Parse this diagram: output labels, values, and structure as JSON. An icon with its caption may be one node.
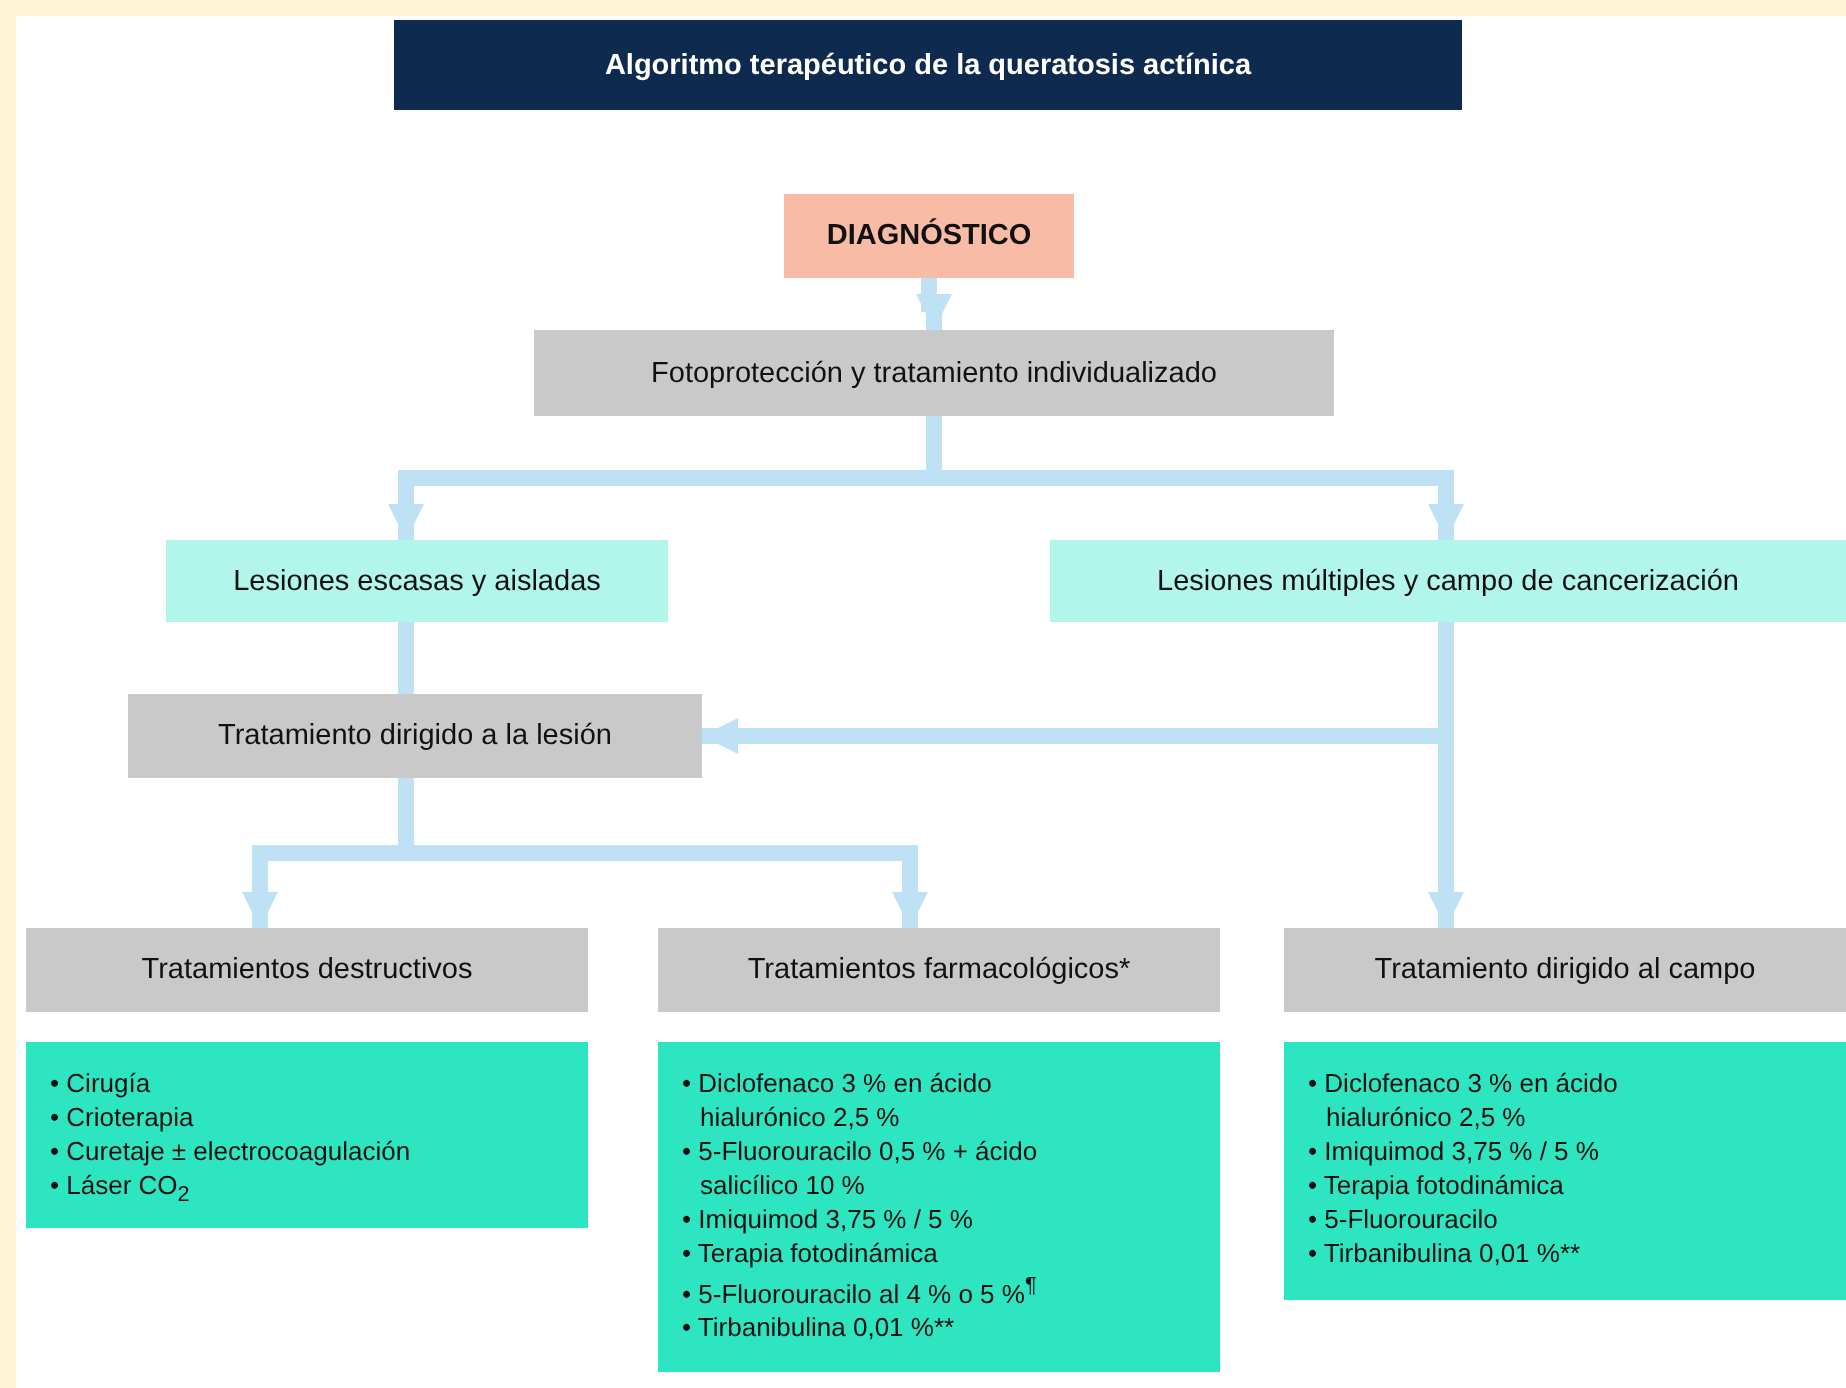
{
  "diagram": {
    "title": "Algoritmo terapéutico de la queratosis actínica",
    "nodes": [
      {
        "text": [
          "DIAGNÓSTICO"
        ]
      },
      {
        "text": [
          "Fotoprotección y tratamiento individualizado"
        ]
      },
      {
        "text": [
          "Lesiones escasas y aisladas"
        ]
      },
      {
        "text": [
          "Lesiones múltiples y campo de cancerización"
        ]
      },
      {
        "text": [
          "Tratamiento dirigido a la lesión"
        ]
      },
      {
        "text": [
          "Tratamientos destructivos"
        ]
      },
      {
        "text": [
          "Tratamientos farmacológicos*"
        ]
      },
      {
        "text": [
          "Tratamiento dirigido al campo"
        ]
      },
      {
        "text": [
          "• Cirugía",
          "• Crioterapia",
          "• Curetaje ± electrocoagulación",
          "• Láser CO$_{2}$"
        ]
      },
      {
        "text": [
          "• Diclofenaco 3 % en ácido hialurónico 2,5 %",
          "• 5-Fluorouracilo 0,5 % + ácido salicílico 10 %",
          "• Imiquimod 3,75 % / 5 %",
          "• Terapia fotodinámica",
          "• 5-Fluorouracilo al 4 % o 5 %$^{¶}$",
          "• Tirbanibulina 0,01 %**"
        ]
      },
      {
        "text": [
          "• Diclofenaco 3 % en ácido hialurónico 2,5 %",
          "• Imiquimod 3,75 % / 5 %",
          "• Terapia fotodinámica",
          "• 5-Fluorouracilo",
          "• Tirbanibulina 0,01 %**"
        ]
      }
    ],
    "edges": [
      {
        "from": 0,
        "to": 1,
        "arrow": "to"
      },
      {
        "from": 1,
        "to": 2,
        "arrow": "to"
      },
      {
        "from": 1,
        "to": 3,
        "arrow": "to"
      },
      {
        "from": 2,
        "to": 4,
        "arrow": "none"
      },
      {
        "from": 3,
        "to": 4,
        "arrow": "to"
      },
      {
        "from": 3,
        "to": 7,
        "arrow": "to"
      },
      {
        "from": 4,
        "to": 5,
        "arrow": "to"
      },
      {
        "from": 4,
        "to": 6,
        "arrow": "to"
      }
    ]
  }
}
